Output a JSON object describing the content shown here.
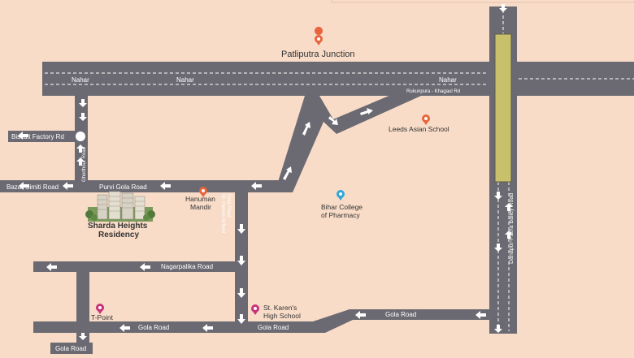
{
  "roads": {
    "nahar_1": "Nahar",
    "nahar_2": "Nahar",
    "nahar_3": "Nahar",
    "rukunpura": "Rukunpura - Khagaul Rd",
    "biscuit_factory": "Biscuit Factory Rd",
    "ghorthour": "Ghorthour Road",
    "bazar_simiti": "Bazar Simiti Road",
    "purvi_gola": "Purvi Gola Road",
    "st_karens_school": "St. Karens School",
    "gola_road_vertical": "Gola Road",
    "nagarpalika": "Nagarpalika Road",
    "gola_road_1": "Gola Road",
    "gola_road_2": "Gola Road",
    "gola_road_3": "Gola Road",
    "gola_road_4": "Gola Road",
    "danapur": "Danapur-Patna Bailey Road"
  },
  "places": {
    "patliputra": "Patliputra Junction",
    "leeds": "Leeds Asian School",
    "hanuman_line1": "Hanuman",
    "hanuman_line2": "Mandir",
    "bihar_line1": "Bihar College",
    "bihar_line2": "of Pharmacy",
    "karens_line1": "St. Karen's",
    "karens_line2": "High School",
    "tpoint": "T-Point"
  },
  "project": {
    "name_line1": "Sharda Heights",
    "name_line2": "Residency"
  },
  "colors": {
    "background": "#f8dcc8",
    "road": "#6b6a72",
    "flyover": "#c8c06a",
    "pin_orange": "#e8643c",
    "pin_blue": "#2ea6d8",
    "pin_magenta": "#c8327a"
  }
}
